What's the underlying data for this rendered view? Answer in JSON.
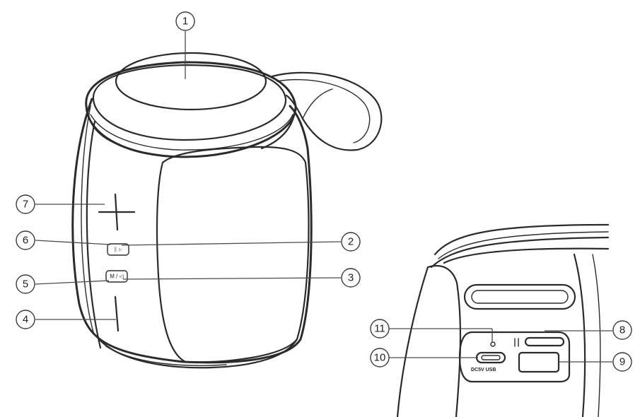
{
  "callouts": {
    "c1": "1",
    "c2": "2",
    "c3": "3",
    "c4": "4",
    "c5": "5",
    "c6": "6",
    "c7": "7",
    "c8": "8",
    "c9": "9",
    "c10": "10",
    "c11": "11"
  },
  "port_label": "DC5V USB",
  "button_labels": {
    "bluetooth_play": "ᛒ ▷",
    "mode": "M / ◁"
  },
  "colors": {
    "line": "#2b2b2b",
    "background": "#ffffff"
  }
}
